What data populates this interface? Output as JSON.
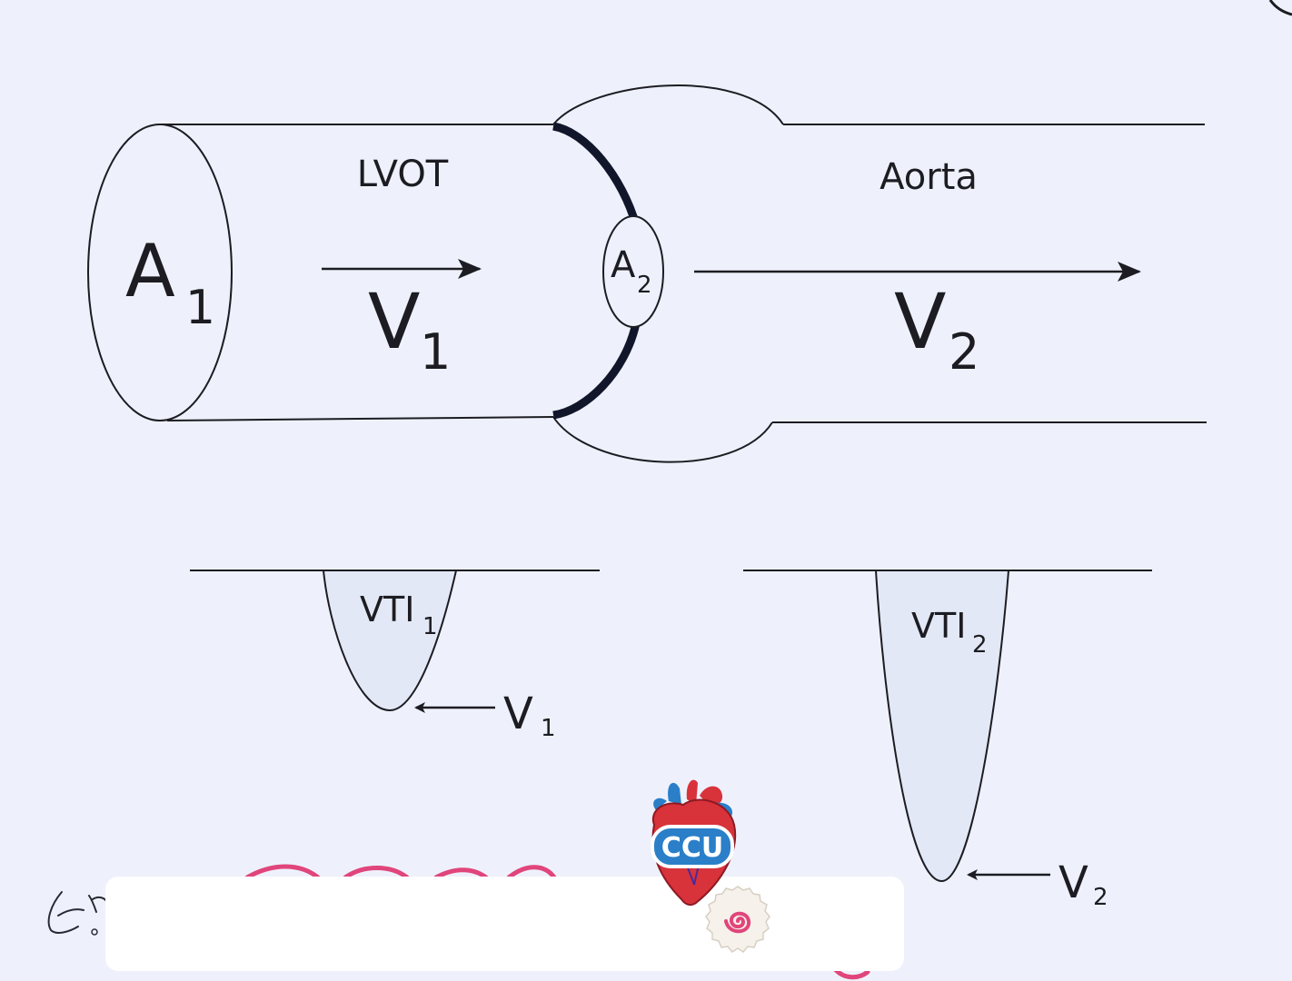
{
  "labels": {
    "lvot": "LVOT",
    "aorta": "Aorta",
    "a1_main": "A",
    "a1_sub": "1",
    "a2_main": "A",
    "a2_sub": "2",
    "v1_main": "V",
    "v1_sub": "1",
    "v2_main": "V",
    "v2_sub": "2",
    "vti1_main": "VTI",
    "vti1_sub": "1",
    "vti2_main": "VTI",
    "vti2_sub": "2",
    "v1_small_main": "V",
    "v1_small_sub": "1",
    "v2_small_main": "V",
    "v2_small_sub": "2"
  },
  "sticker": {
    "text": "CCU",
    "icon": "anatomical-heart-icon"
  },
  "cake_icon": "fish-cake-icon",
  "colors": {
    "background": "#eef1fb",
    "ink": "#1c1c22",
    "valve": "#12162a",
    "fill_light": "#e3e8f6",
    "sticker_blue": "#2a7fc8",
    "heart_red": "#d8323b",
    "cake_pink": "#e0457b"
  }
}
